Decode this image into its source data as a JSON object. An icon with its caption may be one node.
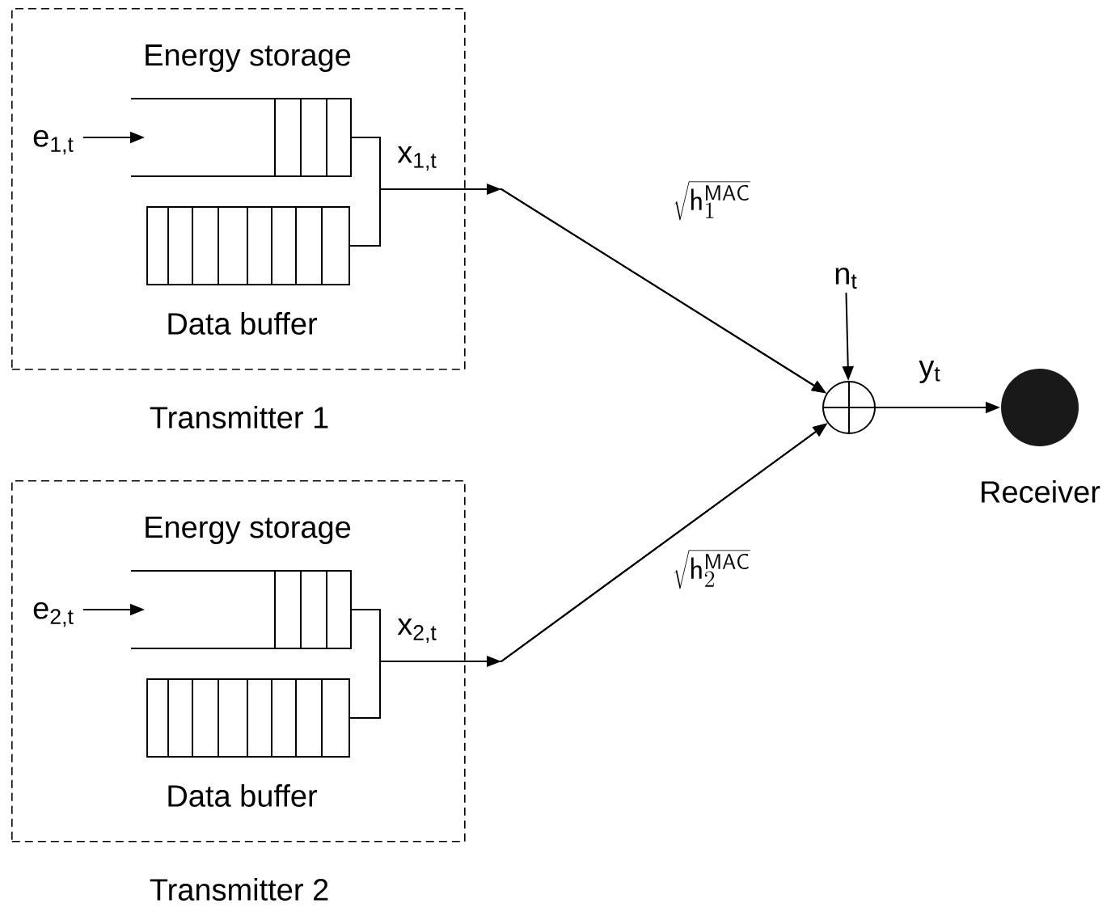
{
  "diagram": {
    "nodes": [
      {
        "text": [
          "Transmitter 1"
        ]
      },
      {
        "text": [
          "Energy storage"
        ],
        "in": 0
      },
      {
        "text": [
          "Data buffer"
        ],
        "in": 0
      },
      {
        "text": [
          "e$_{1,t}$"
        ],
        "in": 0
      },
      {
        "text": [
          "n$_{t}$"
        ]
      },
      {
        "text": [],
        "shape": "circle"
      },
      {
        "text": [
          "Receiver"
        ]
      },
      {
        "text": [
          "Transmitter 2"
        ]
      },
      {
        "text": [
          "Energy storage"
        ],
        "in": 7
      },
      {
        "text": [
          "Data buffer"
        ],
        "in": 7
      },
      {
        "text": [
          "e$_{2,t}$"
        ],
        "in": 7
      }
    ],
    "edges": [
      {
        "from": 3,
        "to": 1,
        "arrow": "to"
      },
      {
        "from": 1,
        "to": 5,
        "arrow": "to",
        "label": "x$_{1,t}$"
      },
      {
        "from": 2,
        "to": 5,
        "arrow": "to",
        "label": "\\sqrt{\\mathsf{h}_1^{\\mathsf{MAC}}}"
      },
      {
        "from": 4,
        "to": 5,
        "arrow": "to"
      },
      {
        "from": 5,
        "to": 6,
        "arrow": "to",
        "label": "y$_{t}$"
      },
      {
        "from": 10,
        "to": 8,
        "arrow": "to"
      },
      {
        "from": 8,
        "to": 5,
        "arrow": "to",
        "label": "x$_{2,t}$"
      },
      {
        "from": 9,
        "to": 5,
        "arrow": "to",
        "label": "\\sqrt{\\mathsf{h}_2^{\\mathsf{MAC}}}"
      }
    ]
  }
}
